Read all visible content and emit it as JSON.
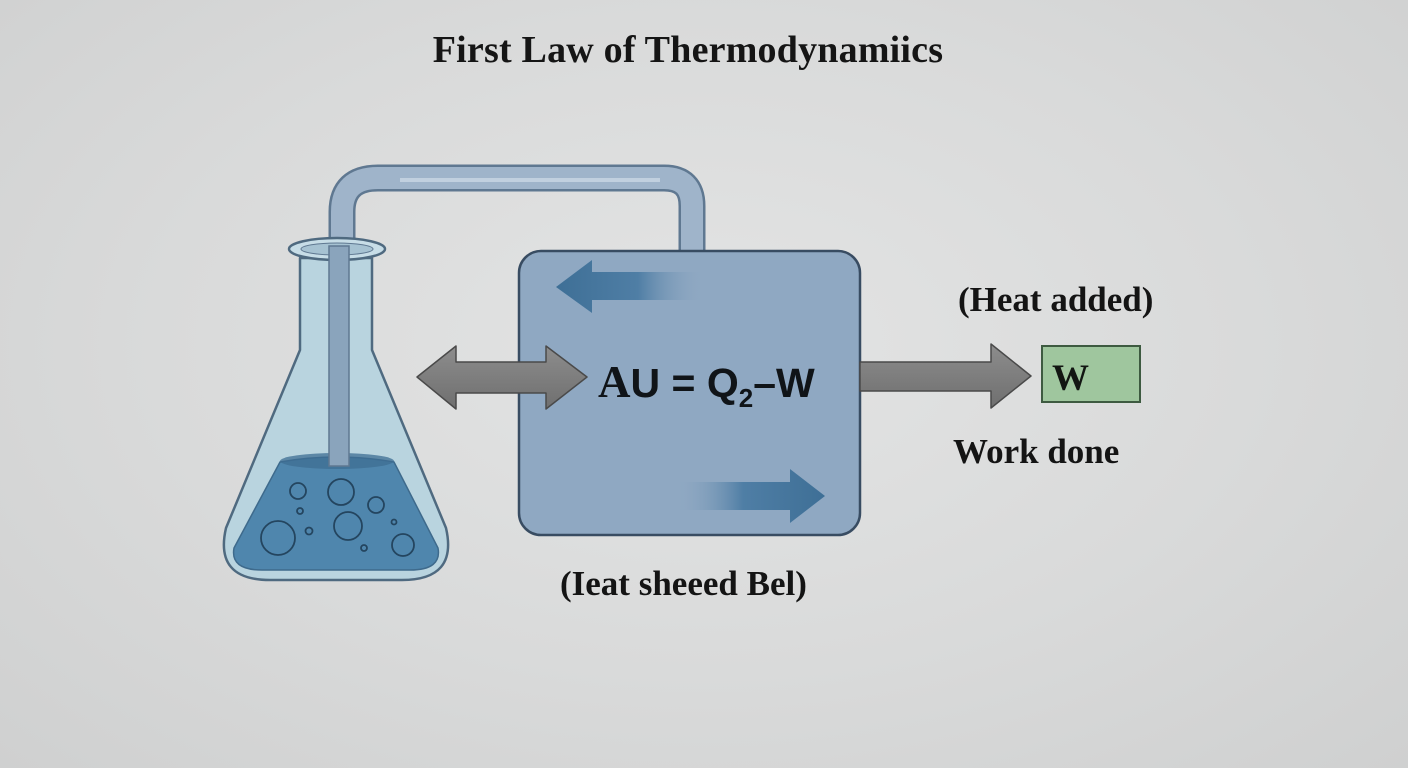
{
  "title": "First Law of Thermodynamiics",
  "equation": {
    "delta_symbol": "A",
    "lhs": "U = Q",
    "subscript": "2",
    "rhs": "–W"
  },
  "labels": {
    "heat_added": "(Heat added)",
    "work_done": "Work done",
    "bottom": "(Ieat sheeed Bel)"
  },
  "work_box": {
    "label": "W",
    "fill_color": "#9fc69e"
  },
  "colors": {
    "system_box": "#8fa8c2",
    "flask_glass": "#b9d4df",
    "liquid": "#4f86ad",
    "flow_arrow": "#3e6f96",
    "grey_arrow": "#7b7b7b"
  },
  "icons": [
    "flask-icon",
    "double-arrow-icon",
    "right-arrow-icon",
    "left-flow-arrow-icon",
    "right-flow-arrow-icon"
  ]
}
